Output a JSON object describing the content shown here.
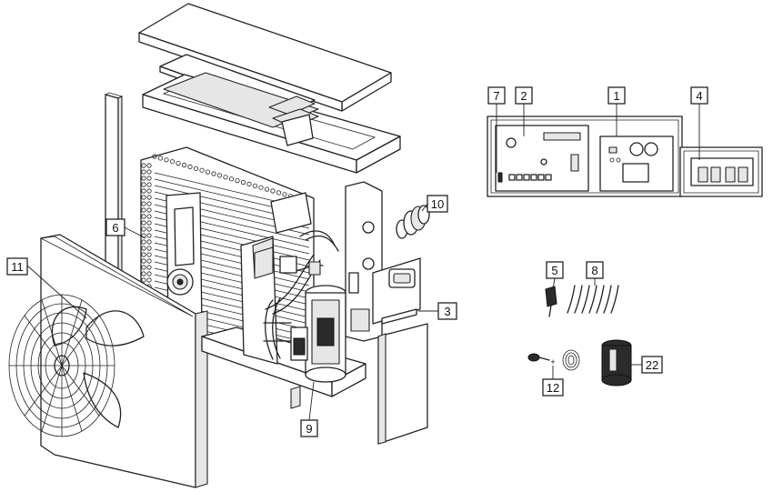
{
  "callouts": {
    "c1": "1",
    "c2": "2",
    "c3": "3",
    "c4": "4",
    "c5": "5",
    "c6": "6",
    "c7": "7",
    "c8": "8",
    "c9": "9",
    "c10": "10",
    "c11": "11",
    "c12": "12",
    "c22": "22"
  },
  "colors": {
    "line": "#222222",
    "fill_light": "#e6e6e6",
    "fill_dark": "#2b2b2b"
  }
}
